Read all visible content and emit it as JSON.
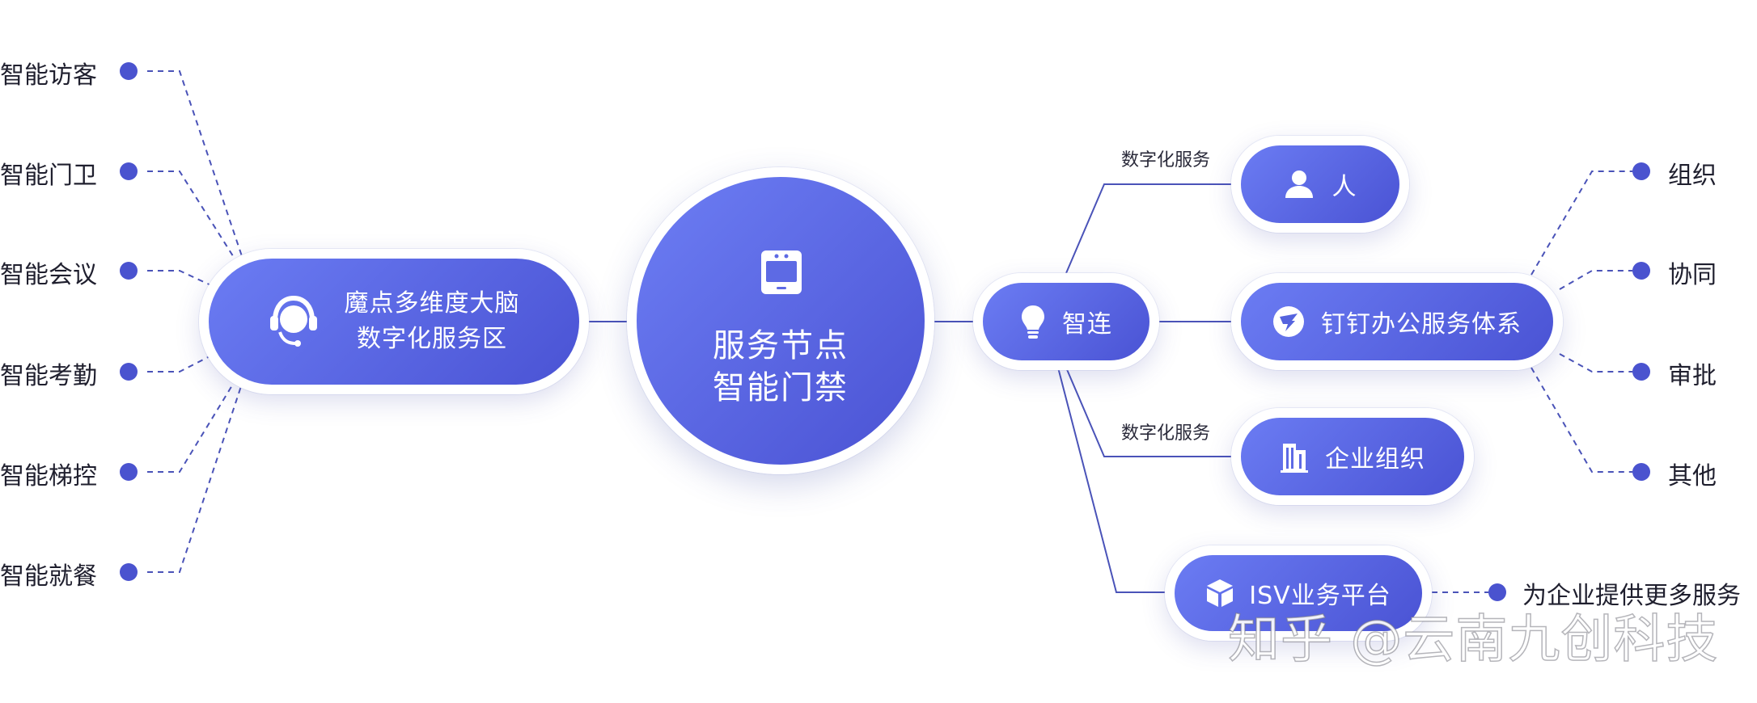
{
  "center": {
    "line1": "服务节点",
    "line2": "智能门禁"
  },
  "left_hub": {
    "line1": "魔点多维度大脑",
    "line2": "数字化服务区"
  },
  "left_items": [
    "智能访客",
    "智能门卫",
    "智能会议",
    "智能考勤",
    "智能梯控",
    "智能就餐"
  ],
  "right_hub": {
    "label": "智连"
  },
  "service_nodes": {
    "person": "人",
    "dingtalk": "钉钉办公服务体系",
    "enterprise": "企业组织",
    "isv": "ISV业务平台"
  },
  "branch_labels": {
    "person": "数字化服务",
    "enterprise": "数字化服务"
  },
  "dingtalk_items": [
    "组织",
    "协同",
    "审批",
    "其他"
  ],
  "isv_item": "为企业提供更多服务",
  "watermark": "知乎 @云南九创科技",
  "colors": {
    "accent": "#4a53d4",
    "accent_light": "#6b7cf3",
    "dot": "#4a53cf",
    "line": "#4a53b8"
  },
  "icons": {
    "left_hub": "headset-icon",
    "center": "face-terminal-icon",
    "right_hub": "lightbulb-icon",
    "person": "person-icon",
    "dingtalk": "dingtalk-icon",
    "enterprise": "building-icon",
    "isv": "cube-icon"
  }
}
